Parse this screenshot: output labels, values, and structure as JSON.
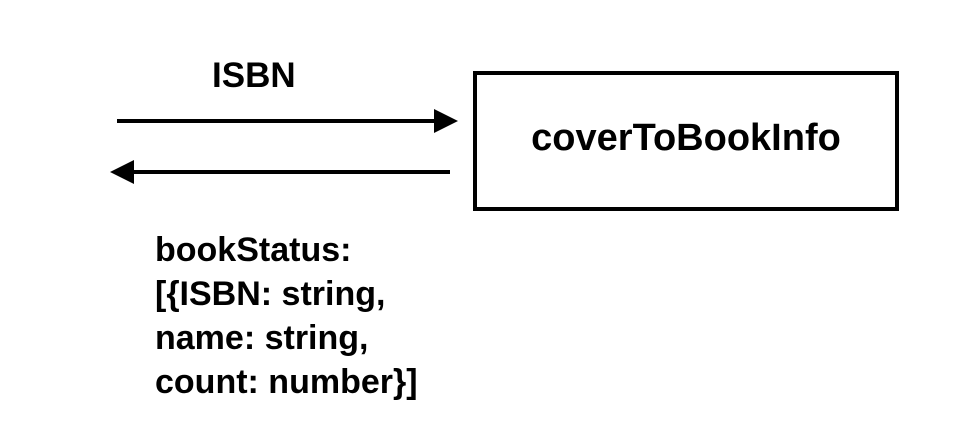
{
  "diagram": {
    "input_label": "ISBN",
    "function_name": "coverToBookInfo",
    "output_lines": [
      "bookStatus:",
      "[{ISBN: string,",
      "name: string,",
      "count: number}]"
    ]
  },
  "colors": {
    "stroke": "#000000",
    "background": "#ffffff"
  }
}
